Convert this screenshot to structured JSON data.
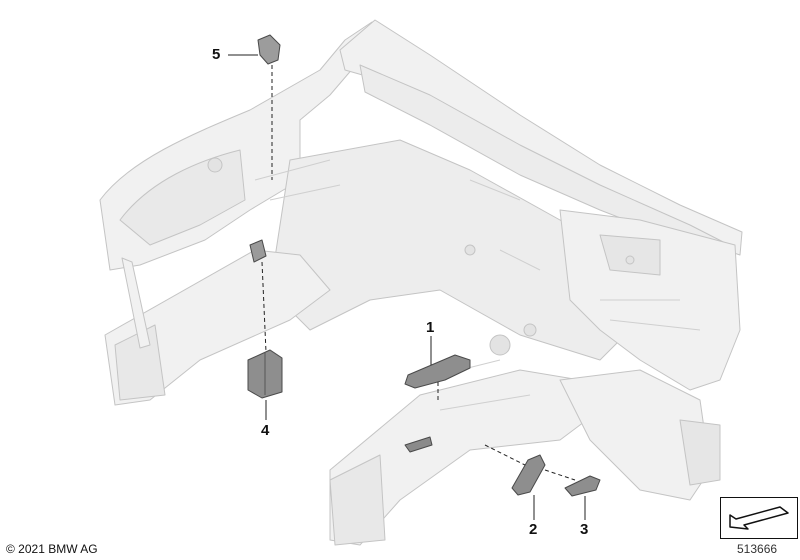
{
  "callouts": [
    {
      "id": "1",
      "label": "1"
    },
    {
      "id": "2",
      "label": "2"
    },
    {
      "id": "3",
      "label": "3"
    },
    {
      "id": "4",
      "label": "4"
    },
    {
      "id": "5",
      "label": "5"
    }
  ],
  "copyright": "© 2021 BMW AG",
  "reference_number": "513666",
  "colors": {
    "body_fill": "#f1f1f1",
    "body_stroke": "#c6c6c6",
    "part_fill": "#8e8e8e",
    "part_stroke": "#4a4a4a",
    "leader": "#222222"
  },
  "icons": {
    "corner": "direction-arrow-icon"
  }
}
